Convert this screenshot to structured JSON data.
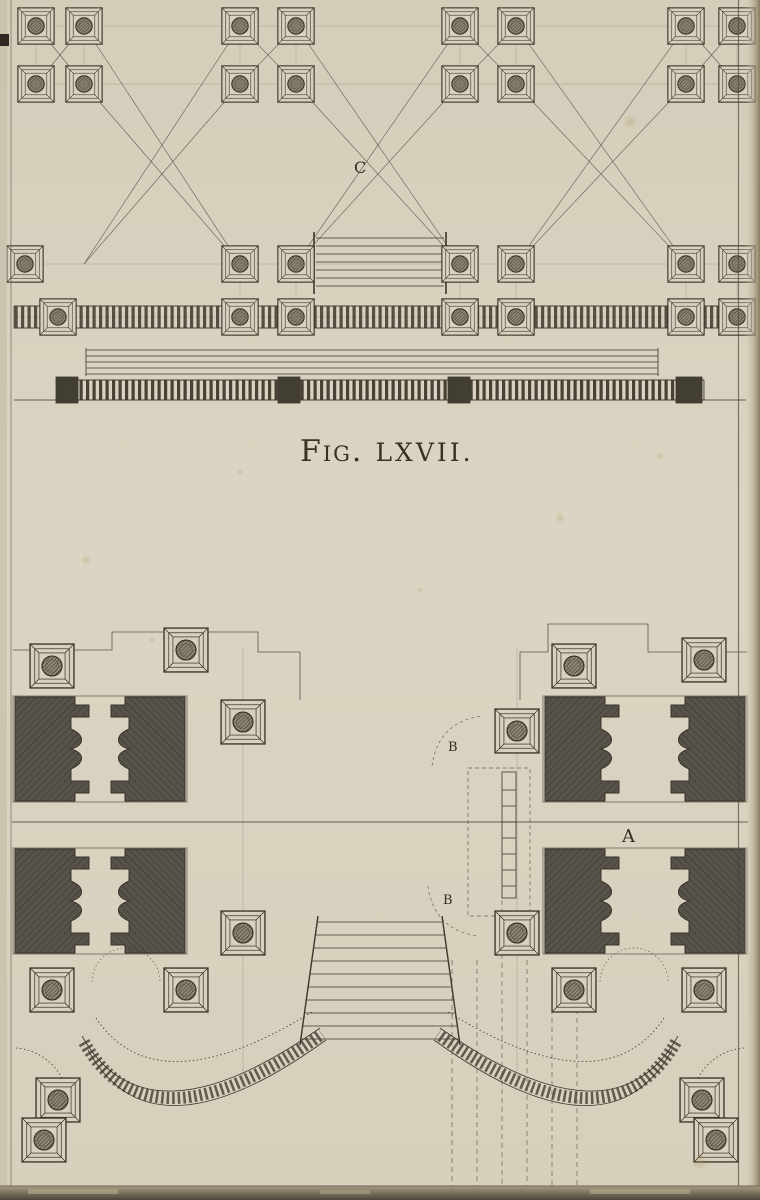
{
  "plate": {
    "caption": {
      "prefix": "Fig.",
      "number": "LXVII."
    },
    "labels": {
      "c": "C",
      "b_upper": "B",
      "a": "A",
      "b_lower": "B"
    }
  },
  "palette": {
    "paper": "#d8d1bf",
    "ink": "#3c362c",
    "pier_fill": "#57524a",
    "page_edge": "#6b6252"
  }
}
